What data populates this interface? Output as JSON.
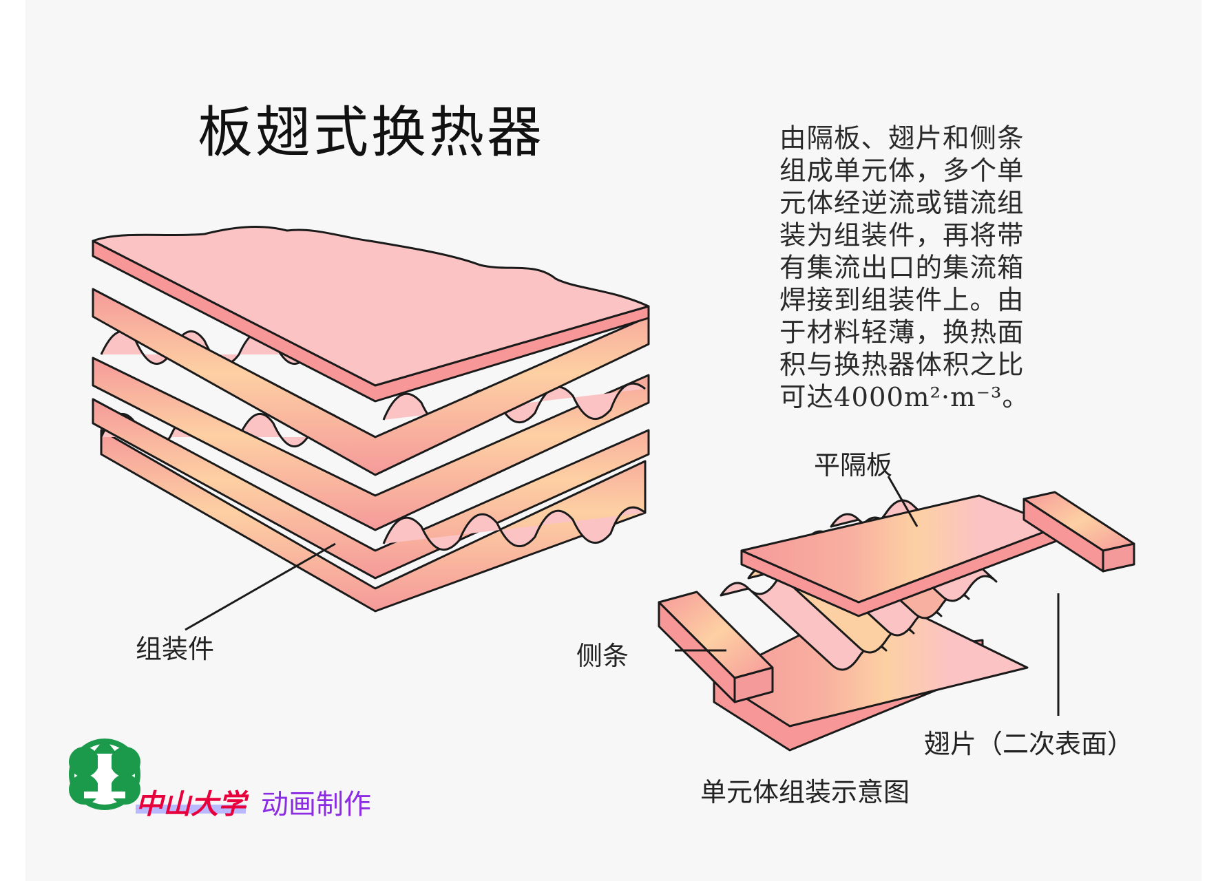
{
  "title": "板翅式换热器",
  "description_lines": [
    "由隔板、翅片和侧条",
    "组成单元体，多个单",
    "元体经逆流或错流组",
    "装为组装件，再将带",
    "有集流出口的集流箱",
    "焊接到组装件上。由",
    "于材料轻薄，换热面",
    "积与换热器体积之比",
    "可达4000m²·m⁻³。"
  ],
  "labels": {
    "assembly": "组装件",
    "flat_plate": "平隔板",
    "side_bar": "侧条",
    "fin": "翅片（二次表面）",
    "unit_caption": "单元体组装示意图"
  },
  "branding": {
    "university": "中山大学",
    "animation": "动画制作"
  },
  "colors": {
    "plate_top": "#fbc3c3",
    "plate_side": "#f89797",
    "highlight": "#fdd0a3",
    "outline": "#1a1a1a",
    "logo_green": "#1a9a4a"
  }
}
